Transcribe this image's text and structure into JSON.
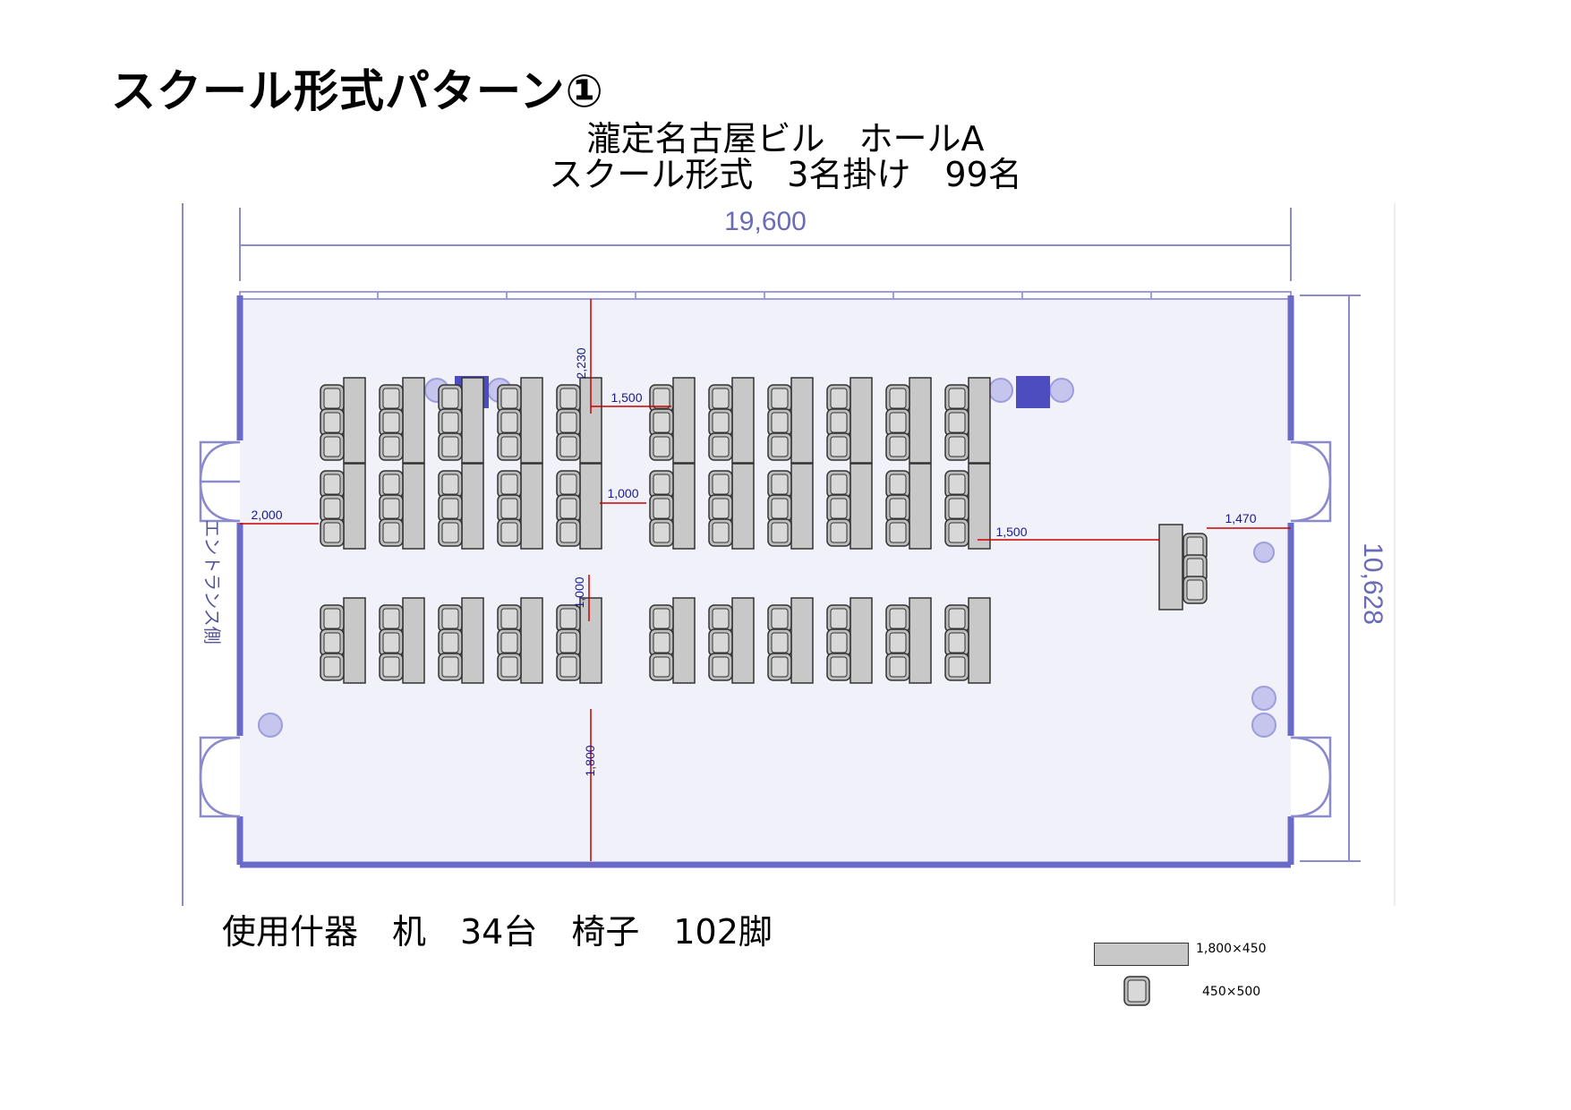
{
  "title": "スクール形式パターン①",
  "venue": "瀧定名古屋ビル　ホールA",
  "layout": "スクール形式　3名掛け　99名",
  "plan": {
    "width_label": "19,600",
    "height_label": "10,628",
    "entrance_label": "エントランス側",
    "dimensions": {
      "top_gap": "2,230",
      "aisle_width": "1,500",
      "row_gap": "1,000",
      "front_gap": "1,000",
      "rear_gap": "1,800",
      "left_gap": "2,000",
      "head_gap": "1,500",
      "head_side": "1,470"
    }
  },
  "equipment": "使用什器　机　34台　椅子　102脚",
  "legend": {
    "table_size": "1,800×450",
    "chair_size": "450×500"
  },
  "colors": {
    "wall": "#6a6ac8",
    "wall_light": "#9d9ddc",
    "room_fill": "#f1f1fa",
    "dim_line": "#cc0000",
    "dim_text": "#1a1a8c",
    "table_fill": "#c8c8c8",
    "chair_fill": "#c0c0c0"
  }
}
